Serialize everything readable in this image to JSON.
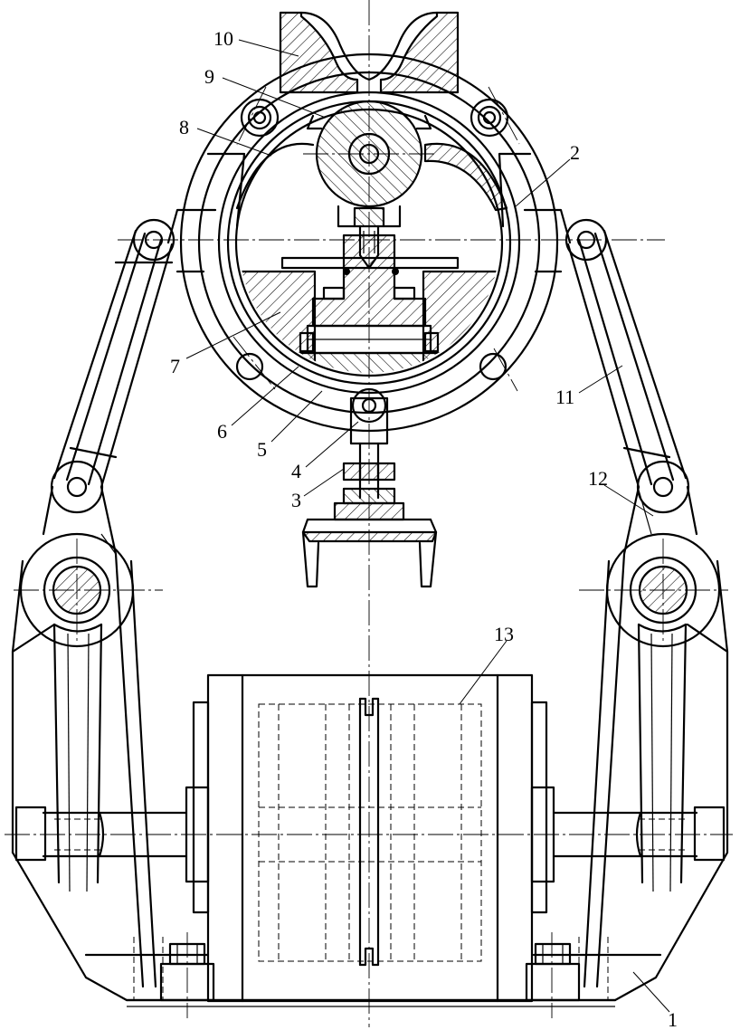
{
  "labels": {
    "n1": "1",
    "n2": "2",
    "n3": "3",
    "n4": "4",
    "n5": "5",
    "n6": "6",
    "n7": "7",
    "n8": "8",
    "n9": "9",
    "n10": "10",
    "n11": "11",
    "n12": "12",
    "n13": "13"
  },
  "colors": {
    "ink": "#000000",
    "paper": "#ffffff"
  }
}
